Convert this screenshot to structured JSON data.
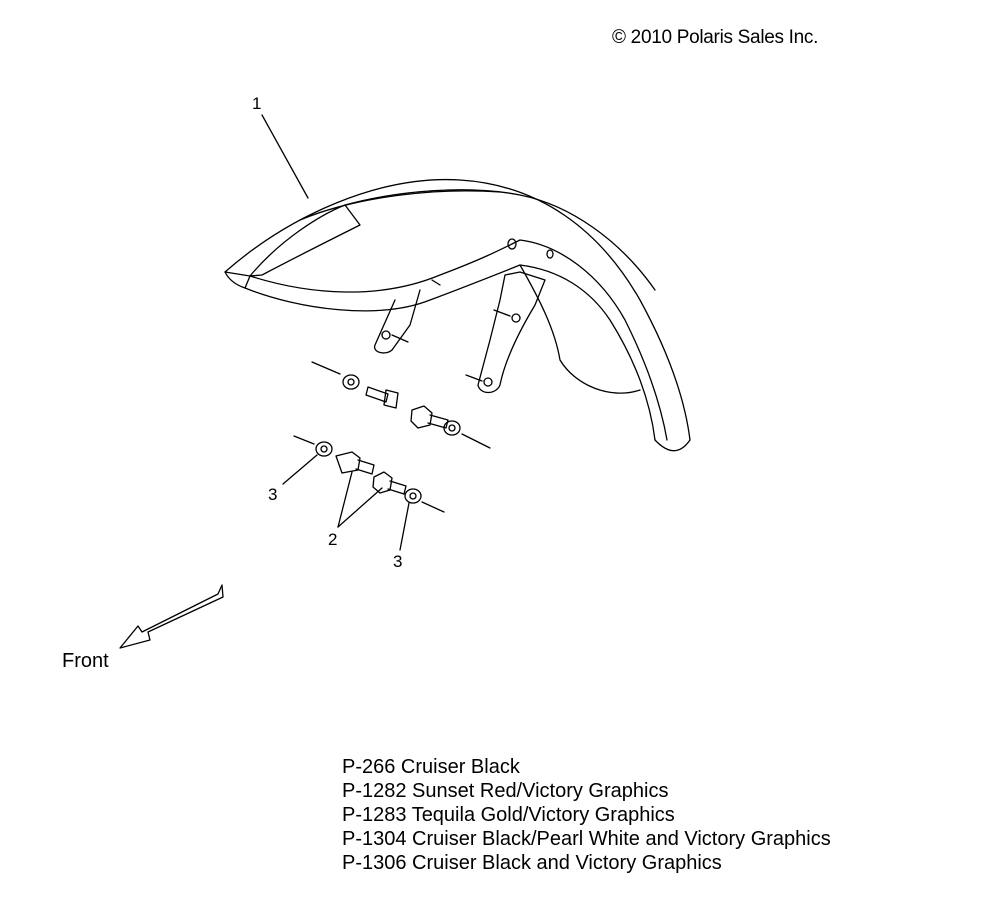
{
  "copyright": "© 2010 Polaris Sales Inc.",
  "callouts": {
    "fender": "1",
    "bolt": "2",
    "washer_left": "3",
    "washer_right": "3"
  },
  "direction_label": "Front",
  "part_numbers": [
    "P-266  Cruiser Black",
    "P-1282 Sunset Red/Victory Graphics",
    "P-1283 Tequila Gold/Victory Graphics",
    "P-1304 Cruiser Black/Pearl White and Victory Graphics",
    "P-1306 Cruiser Black and Victory Graphics"
  ],
  "colors": {
    "line": "#000000",
    "background": "#ffffff"
  }
}
